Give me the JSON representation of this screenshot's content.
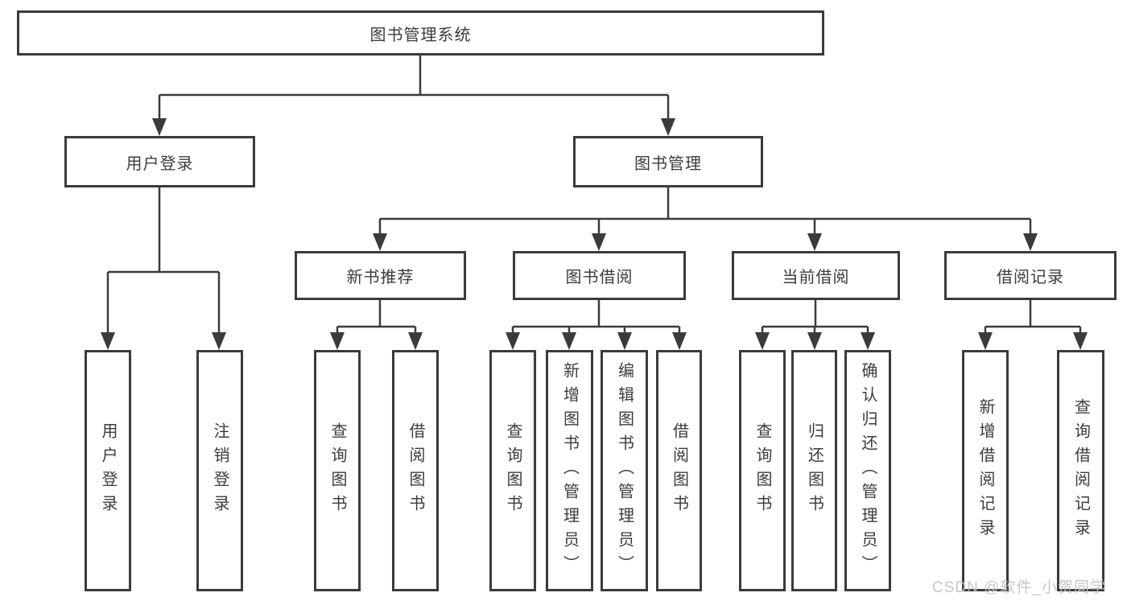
{
  "tree": {
    "label": "图书管理系统",
    "children": [
      {
        "label": "用户登录",
        "children": [
          {
            "label": "用户登录"
          },
          {
            "label": "注销登录"
          }
        ]
      },
      {
        "label": "图书管理",
        "children": [
          {
            "label": "新书推荐",
            "children": [
              {
                "label": "查询图书"
              },
              {
                "label": "借阅图书"
              }
            ]
          },
          {
            "label": "图书借阅",
            "children": [
              {
                "label": "查询图书"
              },
              {
                "label": "新增图书（管理员）"
              },
              {
                "label": "编辑图书（管理员）"
              },
              {
                "label": "借阅图书"
              }
            ]
          },
          {
            "label": "当前借阅",
            "children": [
              {
                "label": "查询图书"
              },
              {
                "label": "归还图书"
              },
              {
                "label": "确认归还（管理员）"
              }
            ]
          },
          {
            "label": "借阅记录",
            "children": [
              {
                "label": "新增借阅记录"
              },
              {
                "label": "查询借阅记录"
              }
            ]
          }
        ]
      }
    ]
  },
  "watermark": "CSDN @软件_小贺同学",
  "colors": {
    "line": "#3b3b3b",
    "text": "#3c3c3c",
    "background": "#ffffff",
    "watermark": "#c3c3c3"
  }
}
